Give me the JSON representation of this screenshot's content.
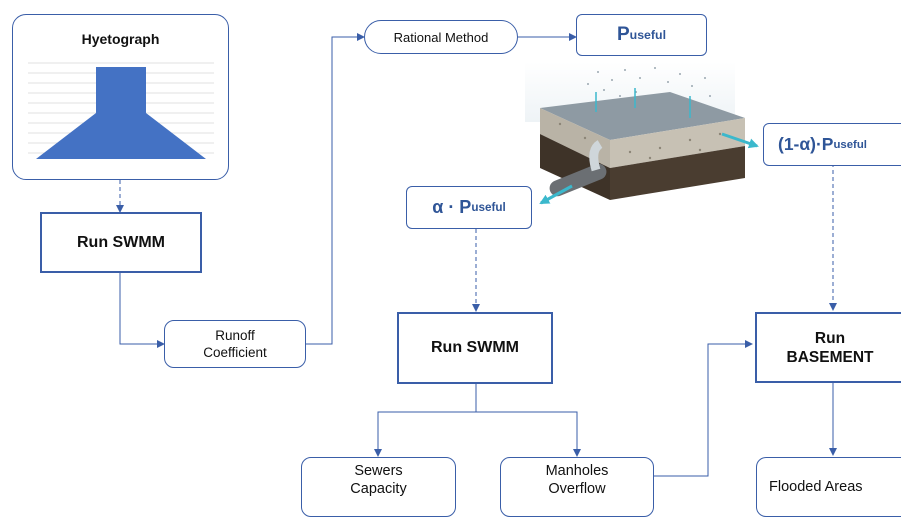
{
  "hyetograph": {
    "title": "Hyetograph"
  },
  "run_swmm_1": {
    "label": "Run SWMM"
  },
  "runoff_coefficient": {
    "line1": "Runoff",
    "line2": "Coefficient"
  },
  "rational_method": {
    "label": "Rational Method"
  },
  "p_useful": {
    "base": "P",
    "sub": "useful"
  },
  "alpha_p_useful": {
    "prefix": "α · P",
    "sub": "useful"
  },
  "one_minus_alpha_p_useful": {
    "prefix": "(1-α)·P",
    "sub": "useful"
  },
  "run_swmm_2": {
    "label": "Run SWMM"
  },
  "run_basement": {
    "line1": "Run",
    "line2": "BASEMENT"
  },
  "sewers_capacity": {
    "line1": "Sewers",
    "line2": "Capacity"
  },
  "manholes_overflow": {
    "line1": "Manholes",
    "line2": "Overflow"
  },
  "flooded_areas": {
    "label": "Flooded Areas"
  },
  "colors": {
    "border": "#3a5ea8",
    "accent_text": "#2f5597",
    "hyetograph_fill": "#4472c4",
    "flow_arrow": "#3bb8cc"
  }
}
